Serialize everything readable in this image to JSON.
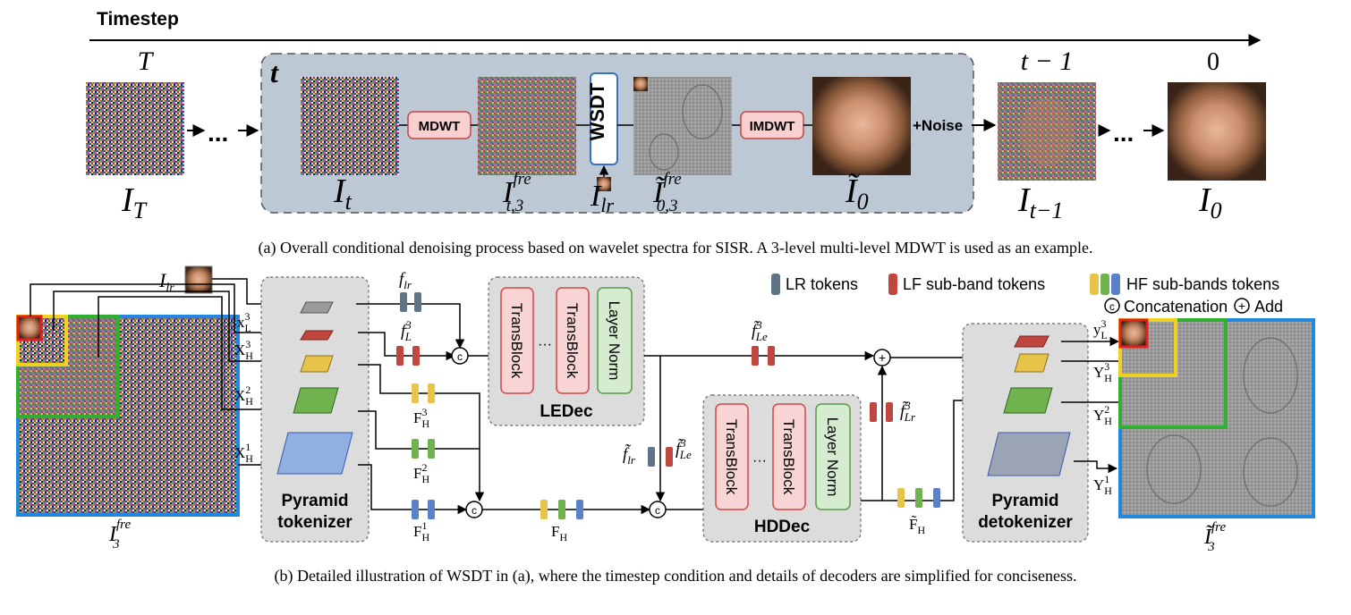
{
  "panel_a": {
    "timestep_label": "Timestep",
    "steps": {
      "T": "T",
      "t": "t",
      "t_minus_1": "t − 1",
      "zero": "0"
    },
    "ops": {
      "mdwt": "MDWT",
      "wsdt": "WSDT",
      "imdwt": "IMDWT",
      "noise": "+Noise"
    },
    "ellipsis": "...",
    "labels": {
      "I_T_main": "I",
      "I_T_sub": "T",
      "I_t_main": "I",
      "I_t_sub": "t",
      "I_fre_main": "I",
      "I_fre_sup": "fre",
      "I_fre_sub": "t,3",
      "I_lr_main": "I",
      "I_lr_sub": "lr",
      "I0fre_main": "Ĩ",
      "I0fre_sup": "fre",
      "I0fre_sub": "0,3",
      "I0_main": "Ĩ",
      "I0_sub": "0",
      "It1_main": "I",
      "It1_sub": "t−1",
      "Izero_main": "I",
      "Izero_sub": "0"
    },
    "caption": "(a) Overall conditional denoising process based on wavelet spectra for SISR. A 3-level multi-level MDWT is used as an example."
  },
  "panel_b": {
    "legend": {
      "lr_tokens": "LR tokens",
      "lf_tokens": "LF sub-band tokens",
      "hf_tokens": "HF sub-bands tokens",
      "concat_symbol": "c",
      "concat": "Concatenation",
      "add_symbol": "+",
      "add": "Add"
    },
    "input_labels": {
      "I_lr_main": "I",
      "I_lr_sub": "lr",
      "xL3_main": "x",
      "xL3_sup": "3",
      "xL3_sub": "L",
      "XH3_main": "X",
      "XH3_sup": "3",
      "XH3_sub": "H",
      "XH2_main": "X",
      "XH2_sup": "2",
      "XH2_sub": "H",
      "XH1_main": "X",
      "XH1_sup": "1",
      "XH1_sub": "H",
      "I3_main": "I",
      "I3_sup": "fre",
      "I3_sub": "3"
    },
    "tokenizer": {
      "line1": "Pyramid",
      "line2": "tokenizer"
    },
    "token_labels": {
      "flr_main": "f",
      "flr_sub": "lr",
      "fL3_main": "f",
      "fL3_sup": "3",
      "fL3_sub": "L",
      "FH3_main": "F",
      "FH3_sup": "3",
      "FH3_sub": "H",
      "FH2_main": "F",
      "FH2_sup": "2",
      "FH2_sub": "H",
      "FH1_main": "F",
      "FH1_sup": "1",
      "FH1_sub": "H",
      "FH_main": "F",
      "FH_sub": "H"
    },
    "ledec": {
      "block1": "TransBlock",
      "dots": "···",
      "block2": "TransBlock",
      "norm": "Layer Norm",
      "title": "LEDec"
    },
    "hddec": {
      "block1": "TransBlock",
      "dots": "···",
      "block2": "TransBlock",
      "norm": "Layer Norm",
      "title": "HDDec"
    },
    "mid_labels": {
      "fLe3_main": "f̃",
      "fLe3_sup": "3",
      "fLe3_sub": "Le",
      "flr2_main": "f̃",
      "flr2_sub": "lr",
      "fLe3b_main": "f̃",
      "fLe3b_sup": "3",
      "fLe3b_sub": "Le",
      "fLr3_main": "f̃",
      "fLr3_sup": "3",
      "fLr3_sub": "Lr",
      "tFH_main": "F̃",
      "tFH_sub": "H"
    },
    "detokenizer": {
      "line1": "Pyramid",
      "line2": "detokenizer"
    },
    "output_labels": {
      "yL3_main": "y",
      "yL3_sup": "3",
      "yL3_sub": "L",
      "YH3_main": "Y",
      "YH3_sup": "3",
      "YH3_sub": "H",
      "YH2_main": "Y",
      "YH2_sup": "2",
      "YH2_sub": "H",
      "YH1_main": "Y",
      "YH1_sup": "1",
      "YH1_sub": "H",
      "I3o_main": "Ĩ",
      "I3o_sup": "fre",
      "I3o_sub": "3"
    },
    "caption": "(b) Detailed illustration of WSDT in (a), where the timestep condition and details of decoders are simplified for conciseness."
  },
  "colors": {
    "panel_bg": "#bcc8d4",
    "op_fill": "#f8d0d0",
    "op_stroke": "#c04848",
    "wsdt_stroke": "#3a6fc4",
    "block_fill": "#f8d4d4",
    "block_stroke": "#d04848",
    "norm_fill": "#d6ecd0",
    "norm_stroke": "#5a9a4a",
    "dec_bg": "#dcdcdc",
    "lr_token": "#5f7486",
    "lf_token": "#c0473f",
    "hf_yellow": "#e7c449",
    "hf_green": "#6fb24e",
    "hf_blue": "#5b82c9",
    "border_red": "#e02020",
    "border_yellow": "#f0d020",
    "border_green": "#30b030",
    "border_blue": "#2088e0"
  }
}
